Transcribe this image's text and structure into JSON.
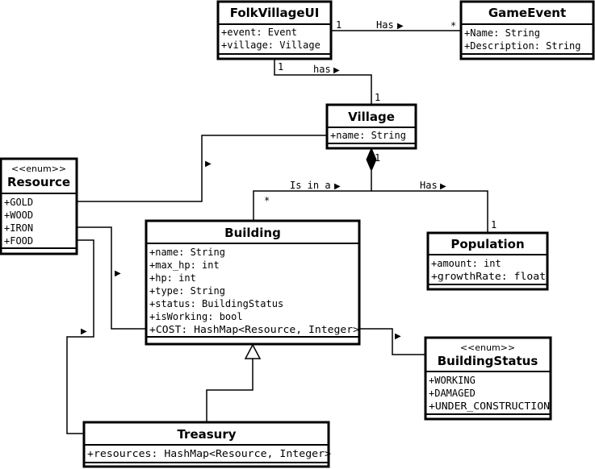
{
  "classes": {
    "folkvillageui": {
      "name": "FolkVillageUI",
      "attributes": [
        "+event: Event",
        "+village: Village"
      ]
    },
    "gameevent": {
      "name": "GameEvent",
      "attributes": [
        "+Name: String",
        "+Description: String"
      ]
    },
    "village": {
      "name": "Village",
      "attributes": [
        "+name: String"
      ]
    },
    "resource": {
      "stereotype": "<<enum>>",
      "name": "Resource",
      "attributes": [
        "+GOLD",
        "+WOOD",
        "+IRON",
        "+FOOD"
      ]
    },
    "building": {
      "name": "Building",
      "attributes": [
        "+name: String",
        "+max_hp: int",
        "+hp: int",
        "+type: String",
        "+status: BuildingStatus",
        "+isWorking: bool",
        "+COST: HashMap<Resource, Integer>"
      ]
    },
    "population": {
      "name": "Population",
      "attributes": [
        "+amount: int",
        "+growthRate: float"
      ]
    },
    "buildingstatus": {
      "stereotype": "<<enum>>",
      "name": "BuildingStatus",
      "attributes": [
        "+WORKING",
        "+DAMAGED",
        "+UNDER_CONSTRUCTION"
      ]
    },
    "treasury": {
      "name": "Treasury",
      "attributes": [
        "+resources: HashMap<Resource, Integer>"
      ]
    }
  },
  "relations": {
    "ui_event": {
      "label": "Has",
      "mult_source": "1",
      "mult_target": "*"
    },
    "ui_village": {
      "label": "has",
      "mult_source": "1",
      "mult_target": "1"
    },
    "village_building": {
      "label": "Is in a",
      "mult_source": "1",
      "mult_target": "*"
    },
    "village_population": {
      "label": "Has",
      "mult_target": "1"
    }
  },
  "colors": {
    "stroke": "#000000",
    "background": "#ffffff"
  }
}
